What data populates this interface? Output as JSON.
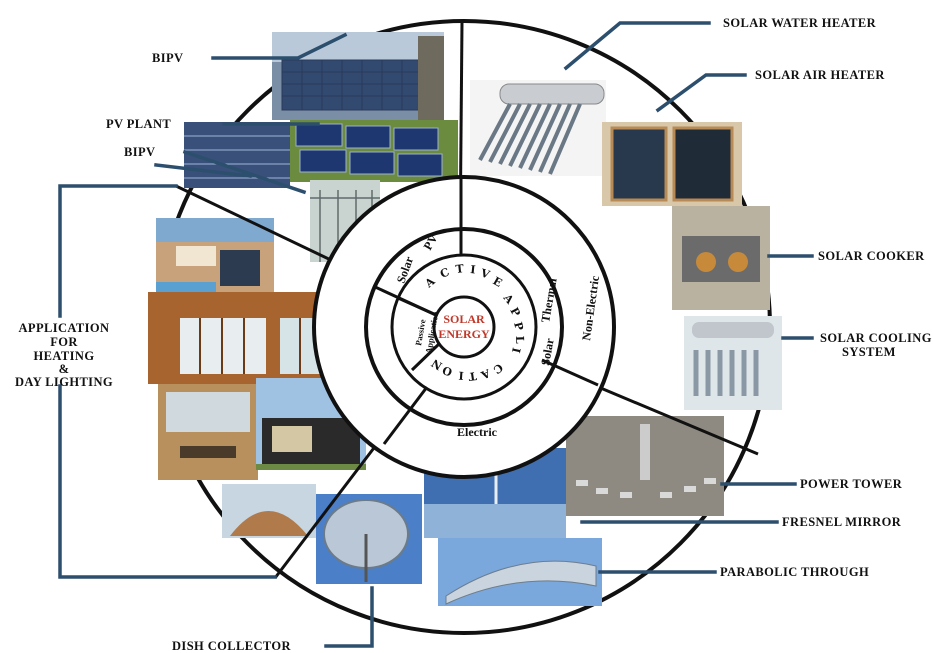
{
  "center": {
    "line1": "SOLAR",
    "line2": "ENERGY"
  },
  "active_letters": [
    "A",
    "C",
    "T",
    "I",
    "V",
    "E"
  ],
  "application_letters": [
    "A",
    "P",
    "P",
    "L",
    "I",
    "C",
    "A",
    "T",
    "I",
    "O",
    "N"
  ],
  "inner_labels": {
    "pv": "PV",
    "solar_pv": "Solar",
    "passive_line1": "Passive",
    "passive_line2": "Application",
    "solar_thermal_1": "Solar",
    "solar_thermal_2": "Thermal",
    "non_electric": "Non-Electric",
    "electric": "Electric"
  },
  "callouts": {
    "bipv_top": "BIPV",
    "pv_plant": "PV PLANT",
    "bipv_mid": "BIPV",
    "app_line1": "APPLICATION",
    "app_line2": "FOR",
    "app_line3": "HEATING",
    "app_line4": "&",
    "app_line5": "DAY LIGHTING",
    "solar_water_heater": "SOLAR WATER HEATER",
    "solar_air_heater": "SOLAR AIR HEATER",
    "solar_cooker": "SOLAR COOKER",
    "solar_cooling_1": "SOLAR COOLING",
    "solar_cooling_2": "SYSTEM",
    "power_tower": "POWER TOWER",
    "fresnel_mirror": "FRESNEL MIRROR",
    "parabolic_through": "PARABOLIC THROUGH",
    "dish_collector": "DISH COLLECTOR"
  },
  "colors": {
    "leader": "#2d4f6e",
    "center_text": "#c0392b",
    "ring_stroke": "#111111"
  }
}
